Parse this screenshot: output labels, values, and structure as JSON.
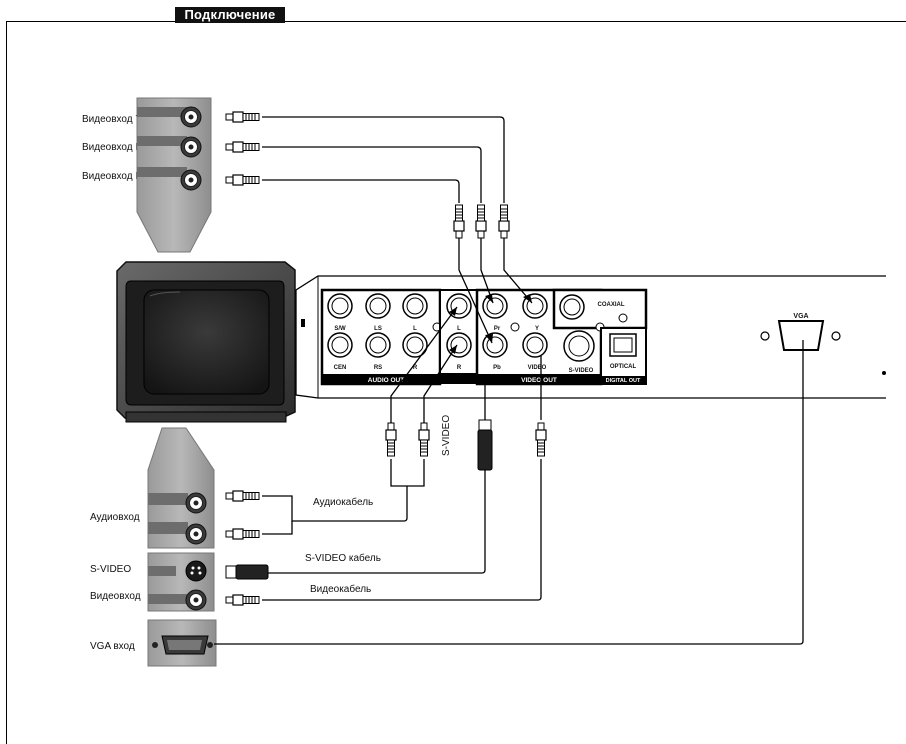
{
  "page": {
    "title": "Подключение"
  },
  "tv_inputs": {
    "video_y": "Видеовход Y",
    "video_pr": "Видеовход Pr",
    "video_pb": "Видеовход Pb",
    "audio_in": "Аудиовход",
    "s_video": "S-VIDEO",
    "video_in": "Видеовход",
    "vga_in": "VGA вход"
  },
  "cables": {
    "audio_cable": "Аудиокабель",
    "svideo_cable": "S-VIDEO кабель",
    "video_cable": "Видеокабель",
    "svideo_plug": "S-VIDEO"
  },
  "player_panel": {
    "audio_jacks_top": [
      "S/W",
      "LS",
      "L"
    ],
    "audio_jacks_bottom": [
      "CEN",
      "RS",
      "R"
    ],
    "stereo_top": "L",
    "stereo_bottom": "R",
    "audio_out_caption": "AUDIO OUT",
    "component_top": [
      "Pr",
      "Y"
    ],
    "component_bottom": [
      "Pb",
      "VIDEO"
    ],
    "svideo_label": "S-VIDEO",
    "video_out_caption": "VIDEO OUT",
    "coaxial_label": "COAXIAL",
    "optical_label": "OPTICAL",
    "digital_out_caption": "DIGITAL OUT",
    "vga_label": "VGA"
  }
}
